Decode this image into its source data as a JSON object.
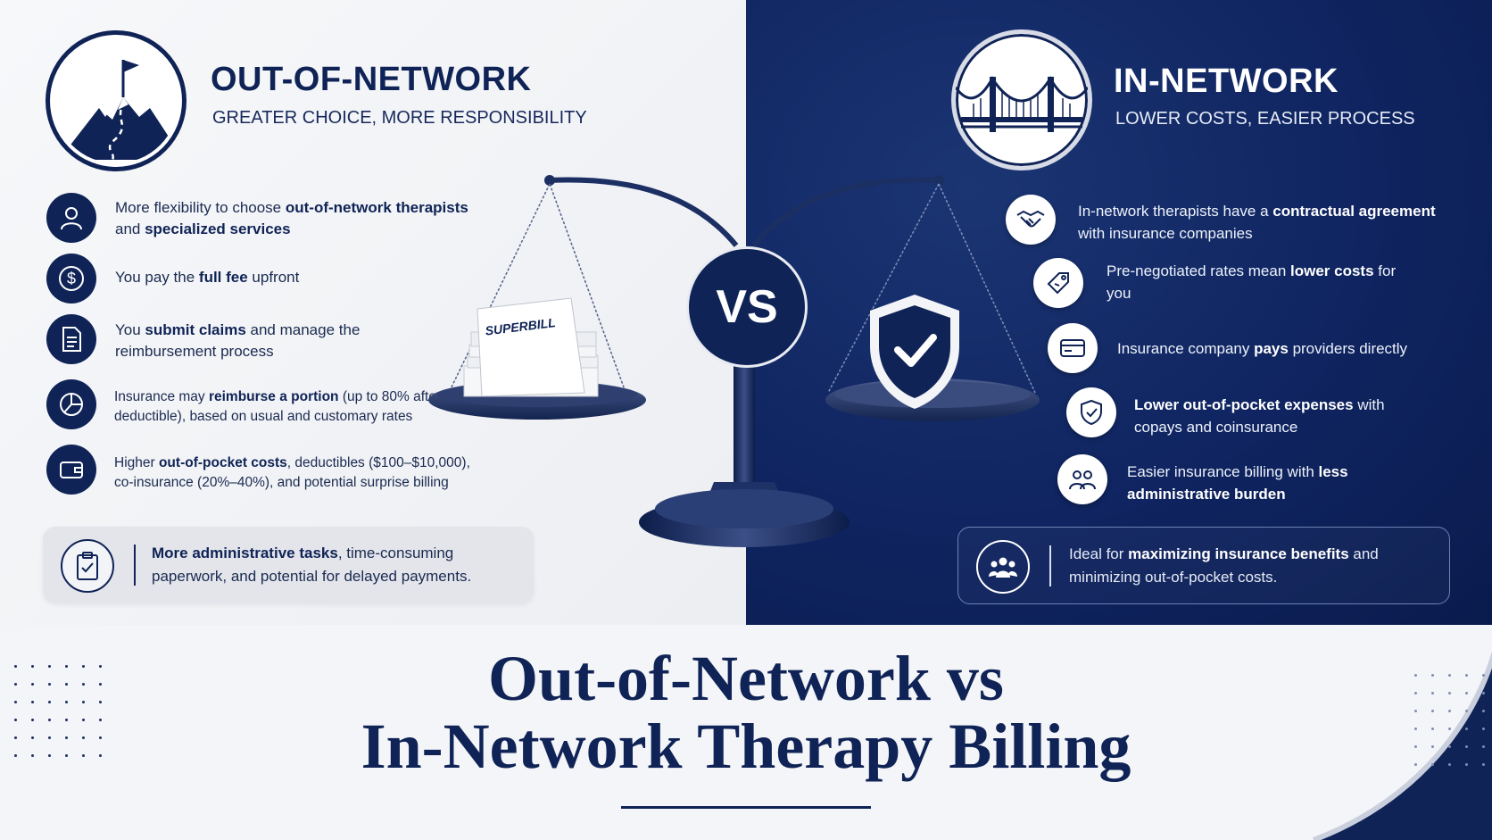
{
  "left": {
    "title": "OUT-OF-NETWORK",
    "subtitle": "GREATER CHOICE, MORE RESPONSIBILITY",
    "items": [
      {
        "icon": "person-icon",
        "pre": "More flexibility to choose ",
        "b1": "out-of-network therapists",
        "mid": " and ",
        "b2": "specialized services",
        "post": ""
      },
      {
        "icon": "dollar-icon",
        "pre": "You pay the ",
        "b1": "full fee",
        "mid": " upfront",
        "b2": "",
        "post": ""
      },
      {
        "icon": "document-icon",
        "pre": "You ",
        "b1": "submit claims",
        "mid": " and manage the reimbursement process",
        "b2": "",
        "post": ""
      },
      {
        "icon": "pie-chart-icon",
        "pre": "Insurance may ",
        "b1": "reimburse a portion",
        "mid": " (up to 80% after deductible), based on usual and customary rates",
        "b2": "",
        "post": ""
      },
      {
        "icon": "wallet-icon",
        "pre": "Higher ",
        "b1": "out-of-pocket costs",
        "mid": ", deductibles ($100–$10,000), co-insurance (20%–40%), and potential surprise billing",
        "b2": "",
        "post": ""
      }
    ],
    "callout": {
      "bold": "More administrative tasks",
      "rest": ", time-consuming paperwork, and potential for delayed payments."
    }
  },
  "right": {
    "title": "IN-NETWORK",
    "subtitle": "LOWER COSTS, EASIER PROCESS",
    "items": [
      {
        "icon": "handshake-icon",
        "pre": "In-network therapists have a ",
        "b1": "contractual agreement",
        "mid": " with insurance companies"
      },
      {
        "icon": "price-tag-icon",
        "pre": "Pre-negotiated rates mean ",
        "b1": "lower costs",
        "mid": " for you"
      },
      {
        "icon": "card-icon",
        "pre": "Insurance company ",
        "b1": "pays",
        "mid": " providers directly"
      },
      {
        "icon": "shield-check-icon",
        "pre": "",
        "b1": "Lower out-of-pocket expenses",
        "mid": " with copays and coinsurance"
      },
      {
        "icon": "people-icon",
        "pre": "Easier insurance billing with ",
        "b1": "less administrative burden",
        "mid": ""
      }
    ],
    "callout": {
      "pre": "Ideal for ",
      "bold": "maximizing insurance benefits",
      "rest": " and minimizing out-of-pocket costs."
    }
  },
  "center": {
    "vs": "VS",
    "paper_label": "SUPERBILL"
  },
  "title": {
    "line1": "Out-of-Network vs",
    "line2": "In-Network Therapy Billing"
  },
  "colors": {
    "navy": "#0f2356",
    "light_bg": "#f3f4f7",
    "white": "#ffffff"
  }
}
